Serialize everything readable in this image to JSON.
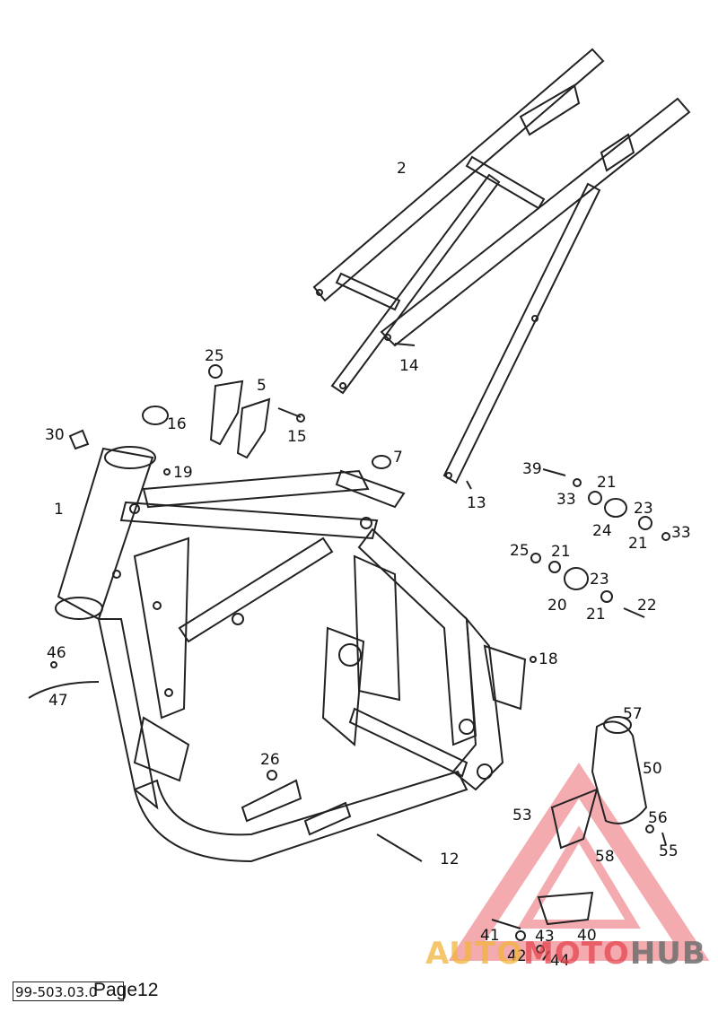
{
  "diagram": {
    "part_labels": [
      "1",
      "2",
      "5",
      "7",
      "12",
      "13",
      "14",
      "15",
      "16",
      "18",
      "19",
      "20",
      "21",
      "21",
      "21",
      "21",
      "22",
      "23",
      "23",
      "24",
      "25",
      "25",
      "26",
      "30",
      "33",
      "33",
      "39",
      "40",
      "41",
      "42",
      "43",
      "44",
      "46",
      "47",
      "50",
      "53",
      "55",
      "56",
      "57",
      "58"
    ]
  },
  "footer": {
    "doc_code": "99-503.03.0",
    "page": "Page12"
  },
  "watermark": {
    "part1": "AUTO",
    "part2": "MOTO",
    "part3": "HUB",
    "colors": {
      "auto": "#f0b43c",
      "moto": "#e64650",
      "hub": "#6e6e6e"
    }
  }
}
